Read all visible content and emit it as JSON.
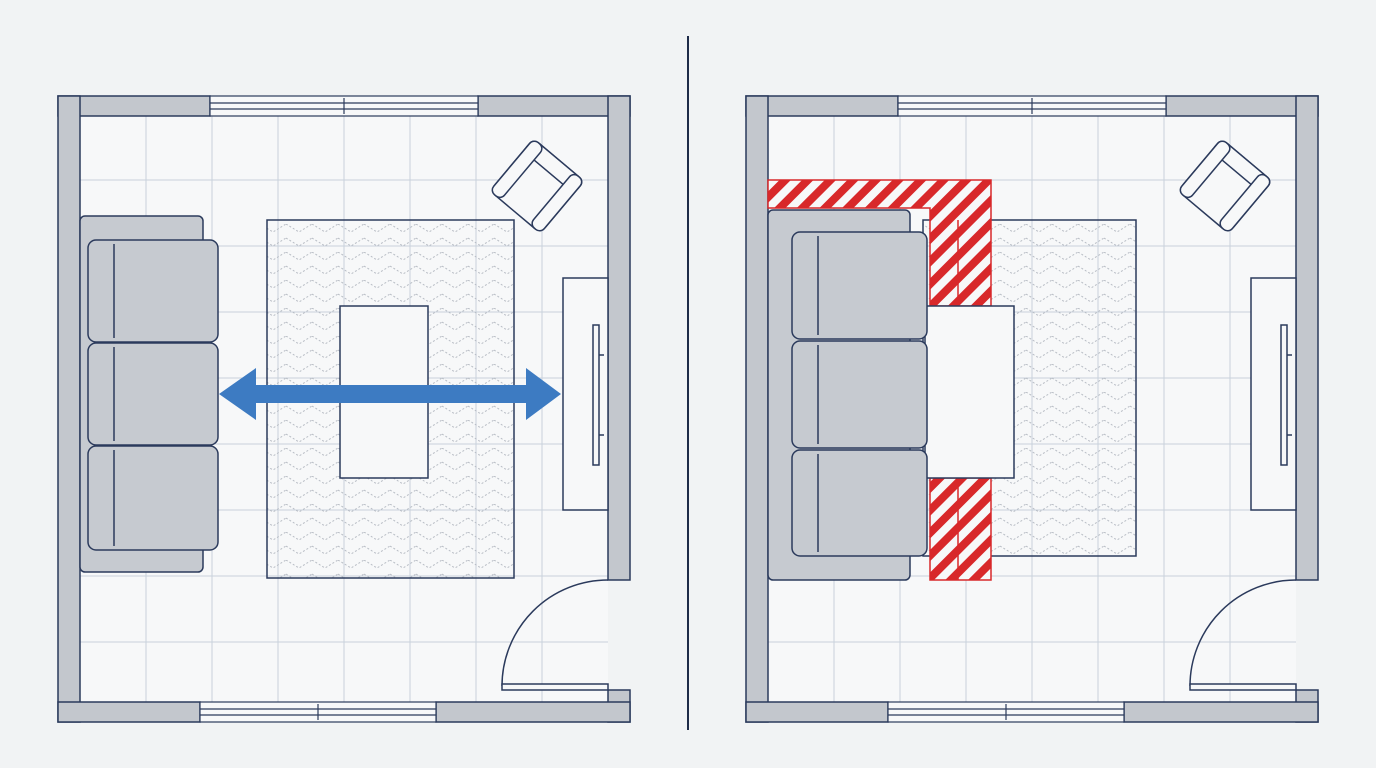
{
  "diagram": {
    "panels": [
      {
        "id": "left",
        "variant": "open-layout"
      },
      {
        "id": "right",
        "variant": "cramped-layout"
      }
    ],
    "legend_icons": [
      "sofa-icon",
      "armchair-icon",
      "coffee-table-icon",
      "rug-icon",
      "tv-console-icon",
      "door-swing-icon",
      "window-icon",
      "double-arrow-icon",
      "hatched-obstruction-icon"
    ]
  },
  "colors": {
    "background": "#f1f3f4",
    "floor": "#f7f8f9",
    "grid": "#c9d1dc",
    "wall_fill": "#c3c7cd",
    "outline": "#2b3a5c",
    "sofa_fill": "#c6cad0",
    "rug_pattern": "#b7bcc4",
    "arrow": "#3d7bc2",
    "conflict": "#d8282a",
    "divider": "#1e2b48"
  }
}
